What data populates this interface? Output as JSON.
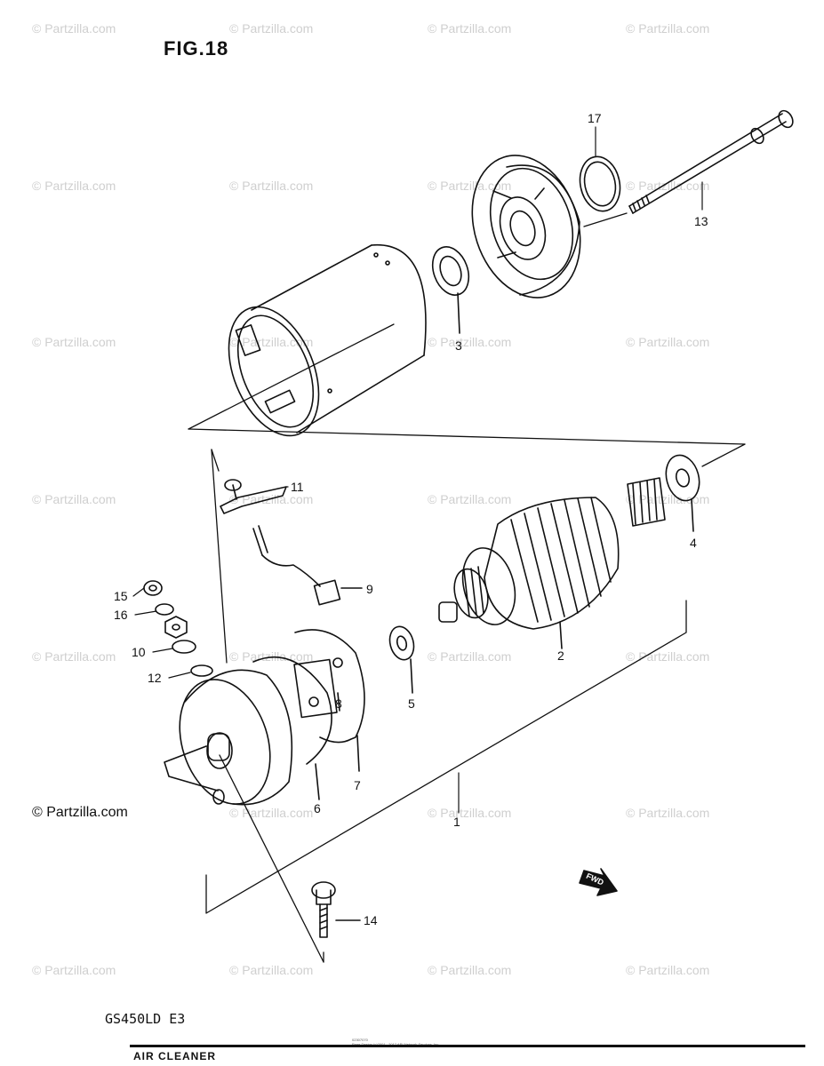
{
  "figure": {
    "title": "FIG.18"
  },
  "watermark": "© Partzilla.com",
  "copyright": "© Partzilla.com",
  "model": "GS450LD E3",
  "footer": {
    "section_label": "AIR CLEANER",
    "fine_print_1": "02307070",
    "fine_print_2": "Page Design (c)2001 - 2017 ARI Network Services, Inc."
  },
  "fwd_label": "FWD",
  "callouts": {
    "c1": "1",
    "c2": "2",
    "c3": "3",
    "c4": "4",
    "c5": "5",
    "c6": "6",
    "c7": "7",
    "c8": "8",
    "c9": "9",
    "c10": "10",
    "c11": "11",
    "c12": "12",
    "c13": "13",
    "c14": "14",
    "c15": "15",
    "c16": "16",
    "c17": "17"
  }
}
